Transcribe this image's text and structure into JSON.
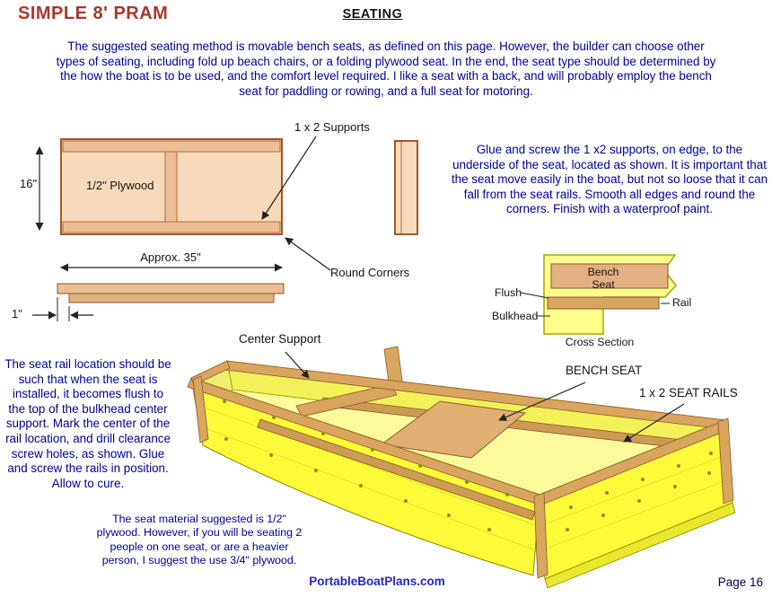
{
  "page": {
    "title": "SIMPLE 8' PRAM",
    "heading": "SEATING",
    "intro": "The suggested seating method is movable bench seats, as defined on this page. However, the builder can choose other types of seating, including fold up beach chairs, or a folding plywood seat. In the end, the seat type should be determined by the how the boat is to be used,  and the comfort level required. I like a seat with a back, and will probably employ the bench seat for paddling or rowing, and a full seat for motoring.",
    "footer_link": "PortableBoatPlans.com",
    "page_number": "Page 16"
  },
  "seat_diagram": {
    "supports_label": "1 x 2 Supports",
    "plywood_label": "1/2\" Plywood",
    "height_dim": "16\"",
    "width_dim": "Approx. 35\"",
    "thickness_dim": "1\"",
    "round_corners_label": "Round Corners"
  },
  "texts": {
    "glue_screw": "Glue and screw the 1 x2 supports, on edge, to the underside of the seat, located as shown. It is important that the seat move easily in the boat, but not so loose that it can fall from the seat rails. Smooth all edges and round the corners. Finish with a waterproof paint.",
    "rail_location": "The seat rail location should be such that when the seat is installed, it becomes flush to the top of the bulkhead center support. Mark the center of the rail location, and drill clearance screw holes, as shown. Glue and screw the rails in position. Allow to cure.",
    "material_note": "The seat material suggested is 1/2\" plywood. However, if you will be seating 2 people on one seat, or are a heavier person, I suggest the use 3/4\" plywood."
  },
  "cross_section": {
    "bench_seat": "Bench Seat",
    "flush": "Flush",
    "bulkhead": "Bulkhead",
    "rail": "Rail",
    "caption": "Cross Section"
  },
  "boat_diagram": {
    "center_support": "Center Support",
    "bench_seat": "BENCH SEAT",
    "seat_rails": "1 x 2 SEAT RAILS"
  },
  "colors": {
    "title_red": "#A6392B",
    "body_navy": "#000099",
    "link_blue": "#2626CC",
    "hull_yellow": "#FAFA38",
    "wood_tan": "#D9A55F",
    "seat_tan": "#E3B081"
  }
}
